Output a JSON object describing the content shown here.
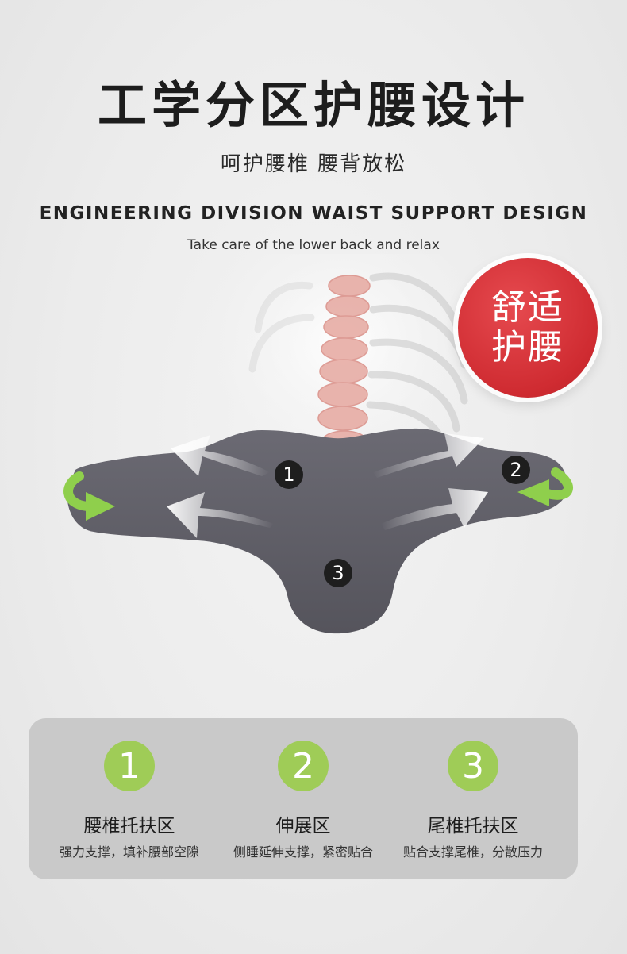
{
  "header": {
    "title": "工学分区护腰设计",
    "subtitle": "呵护腰椎 腰背放松",
    "en_title": "ENGINEERING DIVISION WAIST SUPPORT DESIGN",
    "en_subtitle": "Take care of the lower back and relax"
  },
  "badge": {
    "line1": "舒适",
    "line2": "护腰",
    "color": "#cf2b31"
  },
  "product": {
    "marks": [
      "1",
      "2",
      "3"
    ],
    "pillow_color": "#5f5e66",
    "arrow_color": "#8fcf4c"
  },
  "zones": [
    {
      "number": "1",
      "title": "腰椎托扶区",
      "desc": "强力支撑，填补腰部空隙"
    },
    {
      "number": "2",
      "title": "伸展区",
      "desc": "侧睡延伸支撑，紧密贴合"
    },
    {
      "number": "3",
      "title": "尾椎托扶区",
      "desc": "贴合支撑尾椎，分散压力"
    }
  ],
  "accent": "#9fcc57"
}
